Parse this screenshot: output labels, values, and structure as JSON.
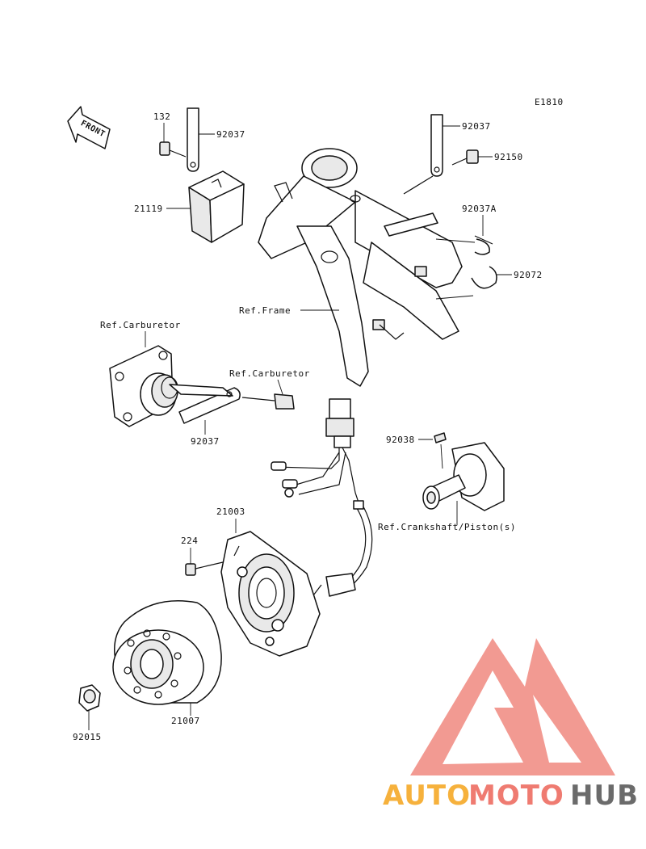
{
  "diagram": {
    "code": "E1810",
    "front_label": "FRONT",
    "labels": {
      "p132": "132",
      "p92037_a": "92037",
      "p21119": "21119",
      "p92037_b": "92037",
      "p92150": "92150",
      "p92037A": "92037A",
      "p92072": "92072",
      "ref_frame": "Ref.Frame",
      "ref_carb_1": "Ref.Carburetor",
      "ref_carb_2": "Ref.Carburetor",
      "p92037_c": "92037",
      "p92038": "92038",
      "ref_crank": "Ref.Crankshaft/Piston(s)",
      "p21003": "21003",
      "p224": "224",
      "p21007": "21007",
      "p92015": "92015"
    }
  },
  "watermark": {
    "brand_a": "AUTO",
    "brand_b": "MOTO",
    "brand_c": "HUB",
    "color_a": "#f6b13c",
    "color_b": "#ef7b71",
    "color_c": "#6b6b6b"
  }
}
